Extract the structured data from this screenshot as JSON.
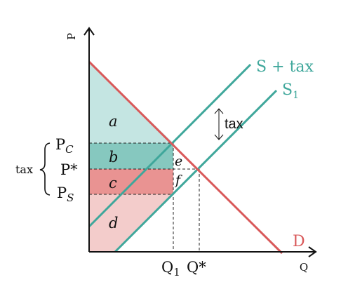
{
  "axes": {
    "y_label": "P",
    "x_label": "Q"
  },
  "curves": {
    "supply_tax_label": "S + tax",
    "supply_label_main": "S",
    "supply_label_sub": "1",
    "demand_label": "D"
  },
  "price_labels": {
    "pc_main": "P",
    "pc_sub": "C",
    "pstar": "P*",
    "ps_main": "P",
    "ps_sub": "S",
    "tax_brace": "tax"
  },
  "quantity_labels": {
    "q1_main": "Q",
    "q1_sub": "1",
    "qstar": "Q*"
  },
  "tax_arrow_label": "tax",
  "areas": {
    "a": "a",
    "b": "b",
    "c": "c",
    "d": "d",
    "e": "e",
    "f": "f"
  },
  "colors": {
    "supply": "#3fa79b",
    "demand": "#d9595a",
    "area_a": "#c4e5e2",
    "area_b": "#86c8bf",
    "area_c": "#e99392",
    "area_d": "#f3cccb"
  }
}
